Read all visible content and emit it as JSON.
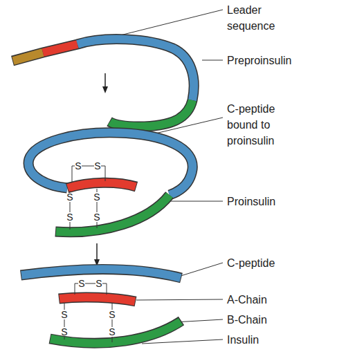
{
  "diagram": {
    "labels": [
      "Leader sequence",
      "Preproinsulin",
      "C-peptide bound to proinsulin",
      "Proinsulin",
      "C-peptide",
      "A-Chain",
      "B-Chain",
      "Insulin",
      "S",
      "S",
      "S",
      "S",
      "S",
      "S",
      "S",
      "S",
      "S",
      "S",
      "S",
      "S"
    ]
  }
}
